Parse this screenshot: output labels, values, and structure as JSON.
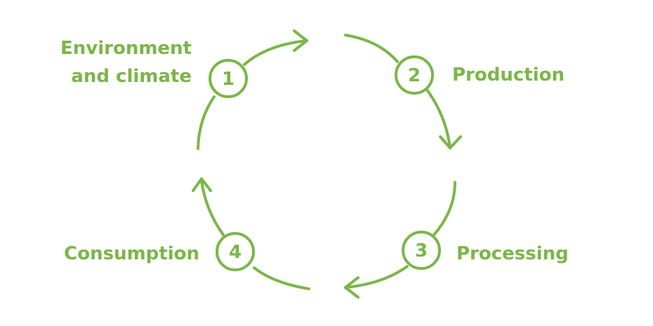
{
  "colors": {
    "accent": "#7ab648",
    "background": "#ffffff"
  },
  "stages": [
    {
      "number": "1",
      "label_lines": [
        "Environment",
        "and climate"
      ]
    },
    {
      "number": "2",
      "label_lines": [
        "Production"
      ]
    },
    {
      "number": "3",
      "label_lines": [
        "Processing"
      ]
    },
    {
      "number": "4",
      "label_lines": [
        "Consumption"
      ]
    }
  ]
}
